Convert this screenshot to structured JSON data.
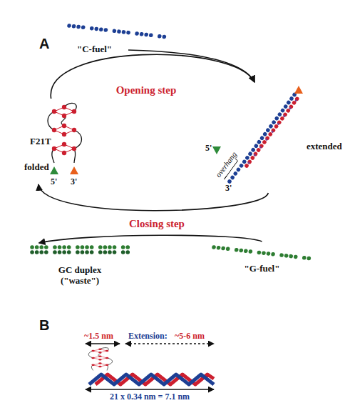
{
  "diagram": {
    "nodes": [
      {
        "text": [
          "\"C-fuel\""
        ]
      },
      {
        "text": [
          "extended"
        ]
      },
      {
        "text": [
          "F21T",
          "folded"
        ]
      },
      {
        "text": [
          "GC duplex (\"waste\")"
        ]
      },
      {
        "text": [
          "\"G-fuel\""
        ]
      }
    ],
    "edges": [
      {
        "from": 2,
        "to": 1,
        "label": "Opening step",
        "arrow": "to"
      },
      {
        "from": 0,
        "to": 1,
        "arrow": "to"
      },
      {
        "from": 1,
        "to": 2,
        "label": "Closing step",
        "arrow": "to"
      },
      {
        "from": 4,
        "to": 3,
        "arrow": "to"
      }
    ],
    "labels": [
      "A",
      "5'",
      "3'",
      "overhang",
      "5'",
      "3'",
      "B",
      "~1.5 nm",
      "Extension:",
      "~5-6 nm",
      "21 x 0.34 nm = 7.1 nm"
    ]
  }
}
